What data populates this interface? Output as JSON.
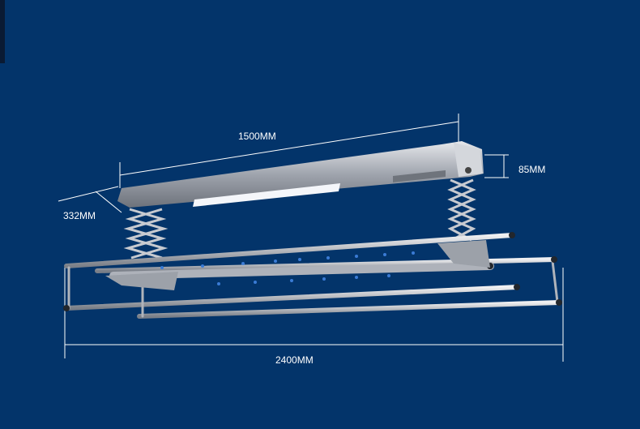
{
  "dimensions": {
    "length_top": "1500MM",
    "height_housing": "85MM",
    "depth": "332MM",
    "length_rods": "2400MM"
  },
  "colors": {
    "background": "#03346a",
    "dimension_lines": "#ffffff",
    "metal": "#b8bcc4",
    "light_panel": "#f4f6fa"
  }
}
